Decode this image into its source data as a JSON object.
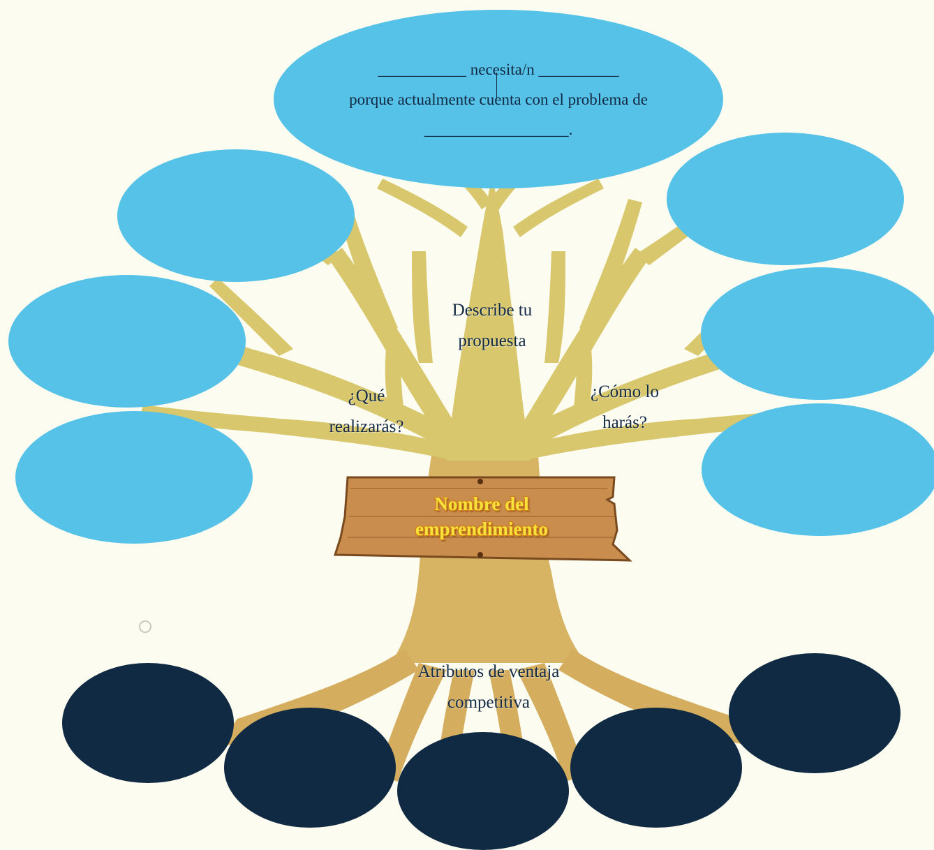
{
  "top_bubble": {
    "line1": "___________ necesita/n __________",
    "line2": "porque actualmente cuenta con el problema de",
    "line3": "__________________."
  },
  "labels": {
    "describe_line1": "Describe tu",
    "describe_line2": "propuesta",
    "que_line1": "¿Qué",
    "que_line2": "realizarás?",
    "como_line1": "¿Cómo lo",
    "como_line2": "harás?",
    "atributos_line1": "Atributos de ventaja",
    "atributos_line2": "competitiva"
  },
  "sign": {
    "line1": "Nombre del",
    "line2": "emprendimiento"
  },
  "colors": {
    "branch_bubble": "#56c2e8",
    "root_bubble": "#0f2a42",
    "tree": "#d6c46a",
    "trunk": "#d4ad5e",
    "sign_wood": "#c98d4d",
    "sign_text": "#f7e23b",
    "background": "#fcfcf1"
  }
}
